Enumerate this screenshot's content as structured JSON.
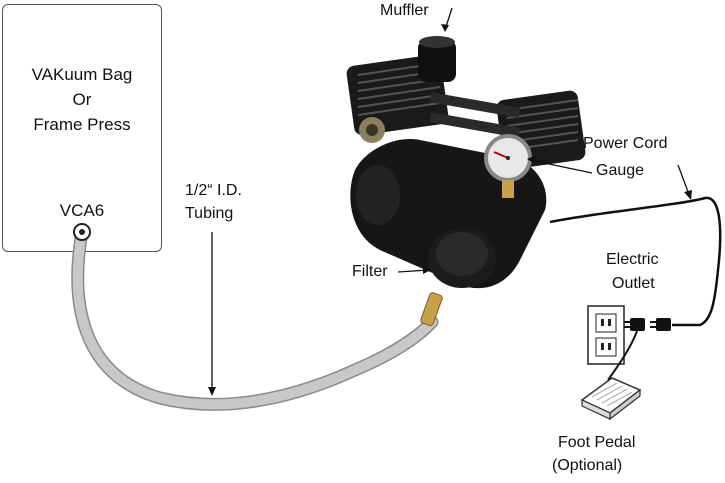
{
  "vacuum_bag": {
    "title_lines": [
      "VAKuum Bag",
      "Or",
      "Frame Press"
    ],
    "port_label": "VCA6"
  },
  "labels": {
    "tubing_line1": "1/2“ I.D.",
    "tubing_line2": "Tubing",
    "muffler": "Muffler",
    "power_cord": "Power Cord",
    "gauge": "Gauge",
    "filter": "Filter",
    "outlet_line1": "Electric",
    "outlet_line2": "Outlet",
    "pedal_line1": "Foot Pedal",
    "pedal_line2": "(Optional)"
  },
  "colors": {
    "tubing": "#c8c8c8",
    "pump_body": "#151515",
    "brass": "#c9a04a",
    "outline": "#333333"
  }
}
